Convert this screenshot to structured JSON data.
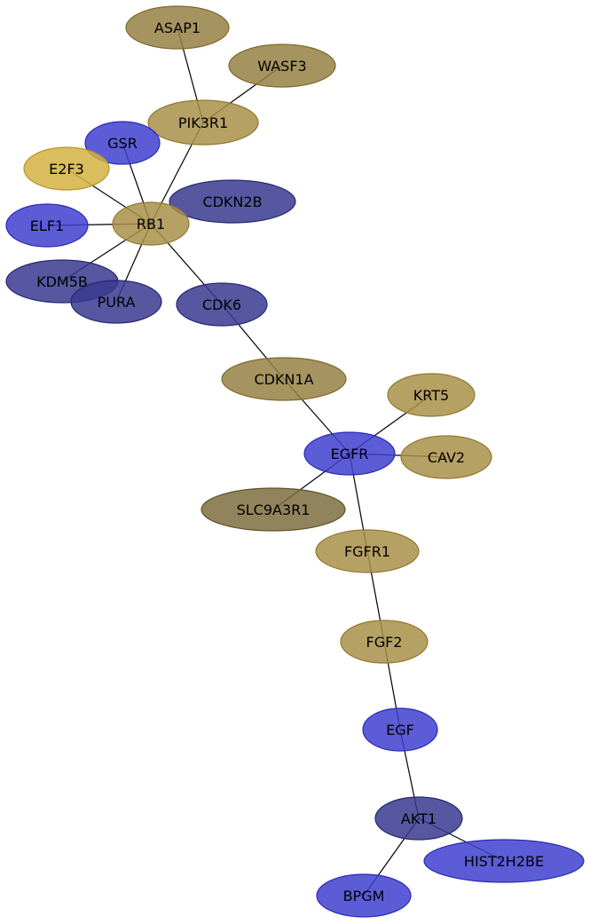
{
  "palette": {
    "olive": "#958144",
    "gold": "#a9914a",
    "yellow": "#d4b140",
    "gray_olive": "#7e6d40",
    "blue": "#4040d0",
    "dark_blue": "#393a90"
  },
  "nodes": [
    {
      "id": "ASAP1",
      "label": "ASAP1",
      "color": "olive"
    },
    {
      "id": "WASF3",
      "label": "WASF3",
      "color": "olive"
    },
    {
      "id": "PIK3R1",
      "label": "PIK3R1",
      "color": "gold"
    },
    {
      "id": "GSR",
      "label": "GSR",
      "color": "blue"
    },
    {
      "id": "E2F3",
      "label": "E2F3",
      "color": "yellow"
    },
    {
      "id": "CDKN2B",
      "label": "CDKN2B",
      "color": "dark_blue"
    },
    {
      "id": "ELF1",
      "label": "ELF1",
      "color": "blue"
    },
    {
      "id": "RB1",
      "label": "RB1",
      "color": "gold"
    },
    {
      "id": "KDM5B",
      "label": "KDM5B",
      "color": "dark_blue"
    },
    {
      "id": "PURA",
      "label": "PURA",
      "color": "dark_blue"
    },
    {
      "id": "CDK6",
      "label": "CDK6",
      "color": "dark_blue"
    },
    {
      "id": "CDKN1A",
      "label": "CDKN1A",
      "color": "olive"
    },
    {
      "id": "KRT5",
      "label": "KRT5",
      "color": "gold"
    },
    {
      "id": "EGFR",
      "label": "EGFR",
      "color": "blue"
    },
    {
      "id": "CAV2",
      "label": "CAV2",
      "color": "gold"
    },
    {
      "id": "SLC9A3R1",
      "label": "SLC9A3R1",
      "color": "gray_olive"
    },
    {
      "id": "FGFR1",
      "label": "FGFR1",
      "color": "gold"
    },
    {
      "id": "FGF2",
      "label": "FGF2",
      "color": "gold"
    },
    {
      "id": "EGF",
      "label": "EGF",
      "color": "blue"
    },
    {
      "id": "AKT1",
      "label": "AKT1",
      "color": "dark_blue"
    },
    {
      "id": "HIST2H2BE",
      "label": "HIST2H2BE",
      "color": "blue"
    },
    {
      "id": "BPGM",
      "label": "BPGM",
      "color": "blue"
    }
  ],
  "edges": [
    [
      "ASAP1",
      "PIK3R1"
    ],
    [
      "WASF3",
      "PIK3R1"
    ],
    [
      "PIK3R1",
      "RB1"
    ],
    [
      "GSR",
      "RB1"
    ],
    [
      "E2F3",
      "RB1"
    ],
    [
      "ELF1",
      "RB1"
    ],
    [
      "KDM5B",
      "RB1"
    ],
    [
      "PURA",
      "RB1"
    ],
    [
      "RB1",
      "CDK6"
    ],
    [
      "CDK6",
      "CDKN1A"
    ],
    [
      "CDKN1A",
      "EGFR"
    ],
    [
      "KRT5",
      "EGFR"
    ],
    [
      "CAV2",
      "EGFR"
    ],
    [
      "SLC9A3R1",
      "EGFR"
    ],
    [
      "EGFR",
      "FGFR1"
    ],
    [
      "FGFR1",
      "FGF2"
    ],
    [
      "FGF2",
      "EGF"
    ],
    [
      "EGF",
      "AKT1"
    ],
    [
      "AKT1",
      "HIST2H2BE"
    ],
    [
      "AKT1",
      "BPGM"
    ]
  ]
}
